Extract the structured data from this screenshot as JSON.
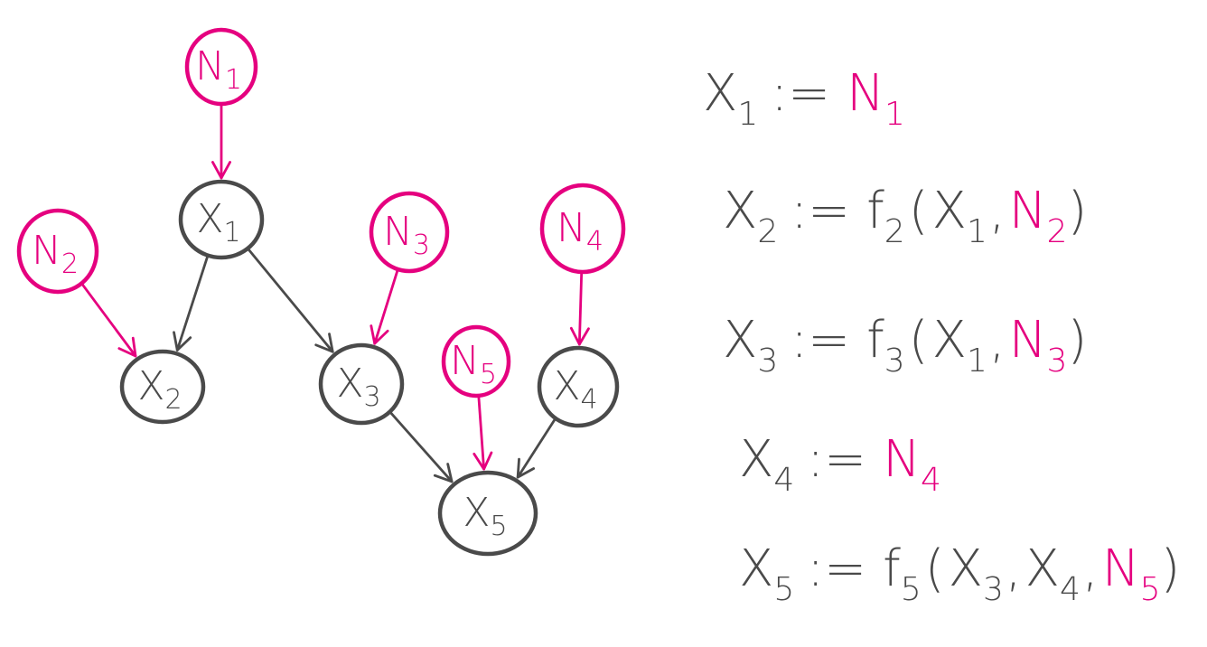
{
  "colors": {
    "variable": "#4a4a4a",
    "noise": "#e5007f"
  },
  "nodes": [
    {
      "id": "X1",
      "label": "X",
      "sub": "1",
      "kind": "variable"
    },
    {
      "id": "X2",
      "label": "X",
      "sub": "2",
      "kind": "variable"
    },
    {
      "id": "X3",
      "label": "X",
      "sub": "3",
      "kind": "variable"
    },
    {
      "id": "X4",
      "label": "X",
      "sub": "4",
      "kind": "variable"
    },
    {
      "id": "X5",
      "label": "X",
      "sub": "5",
      "kind": "variable"
    },
    {
      "id": "N1",
      "label": "N",
      "sub": "1",
      "kind": "noise"
    },
    {
      "id": "N2",
      "label": "N",
      "sub": "2",
      "kind": "noise"
    },
    {
      "id": "N3",
      "label": "N",
      "sub": "3",
      "kind": "noise"
    },
    {
      "id": "N4",
      "label": "N",
      "sub": "4",
      "kind": "noise"
    },
    {
      "id": "N5",
      "label": "N",
      "sub": "5",
      "kind": "noise"
    }
  ],
  "edges": [
    {
      "from": "N1",
      "to": "X1",
      "kind": "noise"
    },
    {
      "from": "N2",
      "to": "X2",
      "kind": "noise"
    },
    {
      "from": "N3",
      "to": "X3",
      "kind": "noise"
    },
    {
      "from": "N4",
      "to": "X4",
      "kind": "noise"
    },
    {
      "from": "N5",
      "to": "X5",
      "kind": "noise"
    },
    {
      "from": "X1",
      "to": "X2",
      "kind": "variable"
    },
    {
      "from": "X1",
      "to": "X3",
      "kind": "variable"
    },
    {
      "from": "X3",
      "to": "X5",
      "kind": "variable"
    },
    {
      "from": "X4",
      "to": "X5",
      "kind": "variable"
    }
  ],
  "equations": [
    {
      "lhs": {
        "label": "X",
        "sub": "1"
      },
      "assign": ":=",
      "rhs": [
        {
          "t": "N",
          "sub": "1",
          "kind": "noise"
        }
      ]
    },
    {
      "lhs": {
        "label": "X",
        "sub": "2"
      },
      "assign": ":=",
      "rhs": [
        {
          "t": "f",
          "sub": "2",
          "kind": "variable"
        },
        {
          "t": "(",
          "kind": "variable"
        },
        {
          "t": "X",
          "sub": "1",
          "kind": "variable"
        },
        {
          "t": ",",
          "kind": "variable"
        },
        {
          "t": "N",
          "sub": "2",
          "kind": "noise"
        },
        {
          "t": ")",
          "kind": "variable"
        }
      ]
    },
    {
      "lhs": {
        "label": "X",
        "sub": "3"
      },
      "assign": ":=",
      "rhs": [
        {
          "t": "f",
          "sub": "3",
          "kind": "variable"
        },
        {
          "t": "(",
          "kind": "variable"
        },
        {
          "t": "X",
          "sub": "1",
          "kind": "variable"
        },
        {
          "t": ",",
          "kind": "variable"
        },
        {
          "t": "N",
          "sub": "3",
          "kind": "noise"
        },
        {
          "t": ")",
          "kind": "variable"
        }
      ]
    },
    {
      "lhs": {
        "label": "X",
        "sub": "4"
      },
      "assign": ":=",
      "rhs": [
        {
          "t": "N",
          "sub": "4",
          "kind": "noise"
        }
      ]
    },
    {
      "lhs": {
        "label": "X",
        "sub": "5"
      },
      "assign": ":=",
      "rhs": [
        {
          "t": "f",
          "sub": "5",
          "kind": "variable"
        },
        {
          "t": "(",
          "kind": "variable"
        },
        {
          "t": "X",
          "sub": "3",
          "kind": "variable"
        },
        {
          "t": ",",
          "kind": "variable"
        },
        {
          "t": "X",
          "sub": "4",
          "kind": "variable"
        },
        {
          "t": ",",
          "kind": "variable"
        },
        {
          "t": "N",
          "sub": "5",
          "kind": "noise"
        },
        {
          "t": ")",
          "kind": "variable"
        }
      ]
    }
  ]
}
